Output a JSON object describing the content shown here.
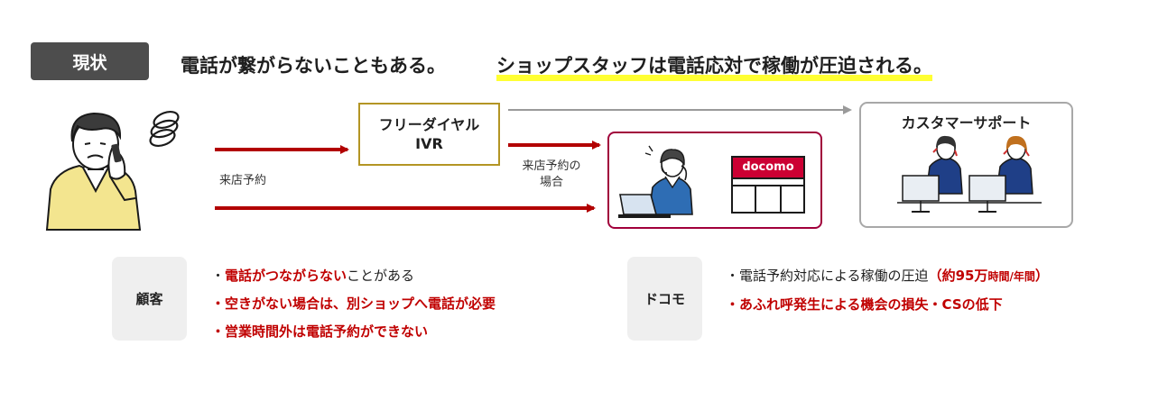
{
  "badge": "現状",
  "headline": {
    "part1": "電話が繋がらないこともある。",
    "part2": "ショップスタッフは電話応対で稼働が圧迫される。"
  },
  "flow": {
    "ivr_line1": "フリーダイヤル",
    "ivr_line2": "IVR",
    "visit_label": "来店予約",
    "visit_case_line1": "来店予約の",
    "visit_case_line2": "場合",
    "cs_title": "カスタマーサポート",
    "docomo_logo_text": "docomo"
  },
  "customer": {
    "label": "顧客",
    "bullets": [
      {
        "prefix": "・",
        "red": "電話がつながらない",
        "normal": "ことがある"
      },
      {
        "prefix": "・",
        "red": "空きがない場合は、別ショップへ電話が必要",
        "normal": ""
      },
      {
        "prefix": "・",
        "red": "営業時間外は電話予約ができない",
        "normal": ""
      }
    ]
  },
  "docomo": {
    "label": "ドコモ",
    "bullet1_normal": "・電話予約対応による稼働の圧迫",
    "bullet1_red": "（約95万",
    "bullet1_red_small": "時間/年間",
    "bullet1_red_end": "）",
    "bullet2_red": "・あふれ呼発生による機会の損失・CSの低下"
  },
  "colors": {
    "accent_red": "#c00000",
    "arrow_red": "#b20000",
    "ivr_border": "#b39524",
    "shop_border": "#a1003b",
    "highlight": "#ffff33"
  }
}
